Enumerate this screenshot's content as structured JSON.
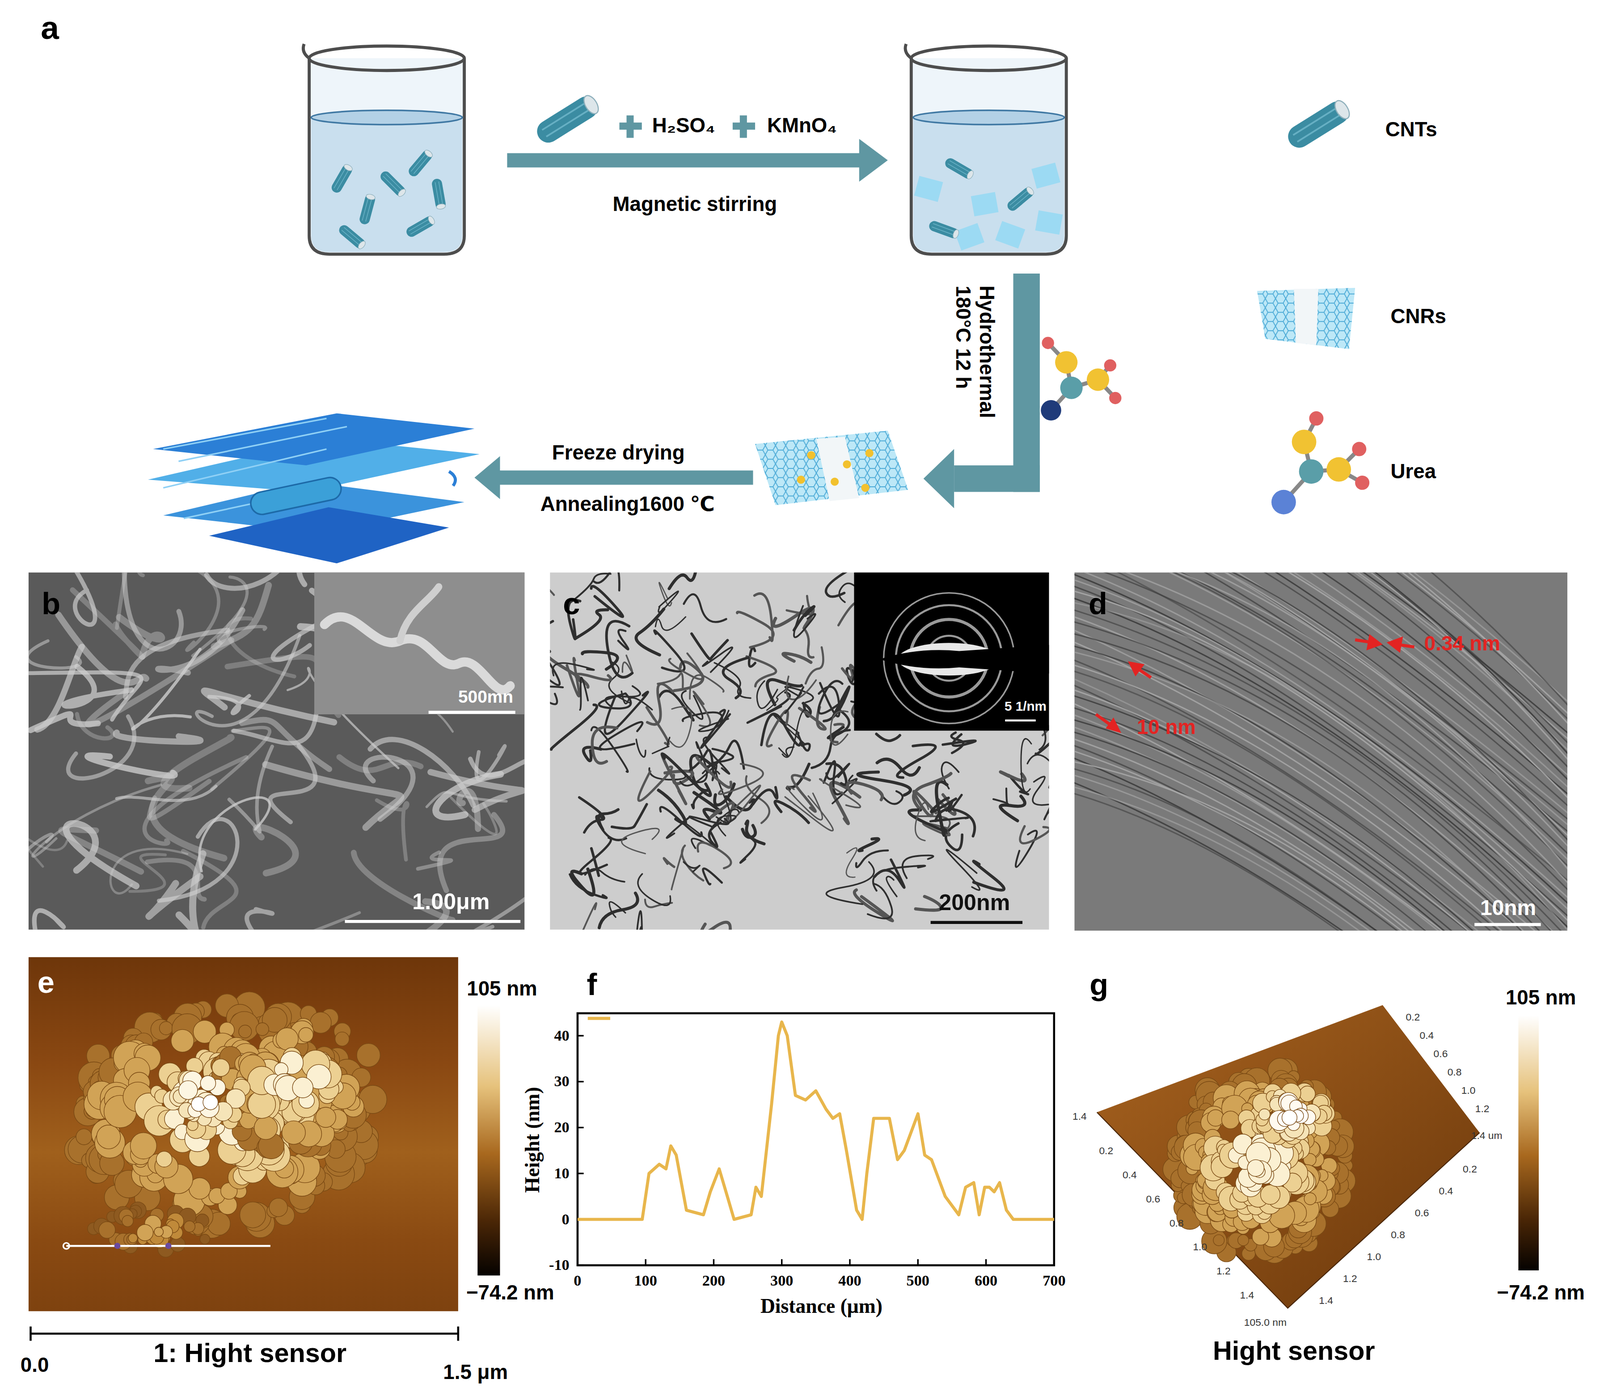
{
  "diagram": {
    "labels": [
      "a",
      "H₂SO₄",
      "KMnO₄",
      "Magnetic stirring",
      "Hydrothermal 180°C 12 h",
      "Freeze drying",
      "Annealing1600 ℃",
      "b",
      "500mn",
      "1.00μm",
      "c",
      "5 1/nm",
      "200nm",
      "d",
      "0.34 nm",
      "10 nm",
      "10nm",
      "e",
      "105 nm",
      "−74.2 nm",
      "0.0",
      "1: Hight sensor",
      "1.5 μm",
      "f",
      "40",
      "30",
      "20",
      "10",
      "0",
      "-10",
      "0",
      "100",
      "200",
      "300",
      "400",
      "500",
      "600",
      "700",
      "Height (nm)",
      "Distance (μm)",
      "g",
      "105 nm",
      "−74.2 nm",
      "Hight sensor",
      "0.2",
      "0.4",
      "0.6",
      "0.8",
      "1.0",
      "1.2",
      "1.4 um",
      "1.4",
      "0.2",
      "0.4",
      "0.6",
      "0.8",
      "1.0",
      "1.2",
      "1.4",
      "0.2",
      "0.4",
      "0.6",
      "0.8",
      "1.0",
      "1.2",
      "1.4",
      "105.0 nm"
    ],
    "legend": [
      {
        "text": "CNTs"
      },
      {
        "text": "CNRs"
      },
      {
        "text": "Urea"
      }
    ]
  }
}
